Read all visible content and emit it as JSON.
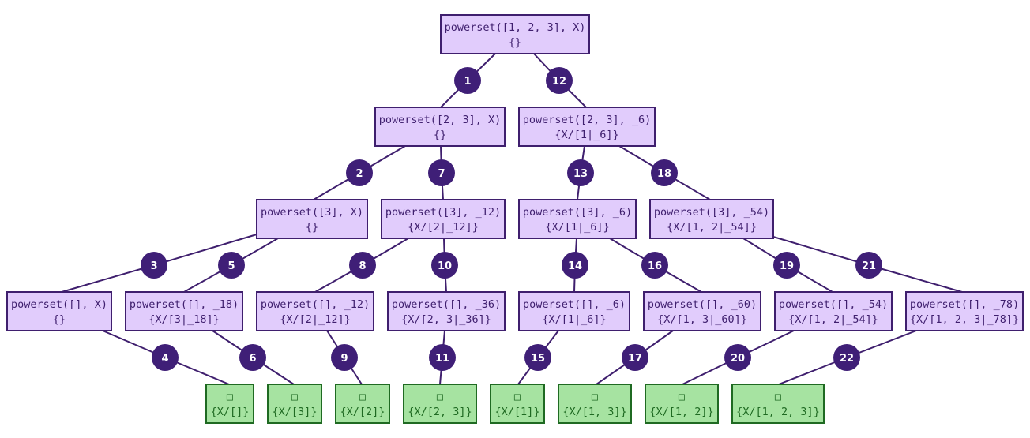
{
  "colors": {
    "node_fill": "#e1ccfc",
    "node_stroke": "#3f1f6e",
    "leaf_fill": "#a6e3a1",
    "leaf_stroke": "#1f6a22",
    "step_fill": "#3f1f77"
  },
  "nodes": [
    {
      "id": "n0",
      "kind": "goal",
      "line1": "powerset([1, 2, 3], X)",
      "line2": "{}"
    },
    {
      "id": "n1",
      "kind": "goal",
      "line1": "powerset([2, 3], X)",
      "line2": "{}"
    },
    {
      "id": "n2",
      "kind": "goal",
      "line1": "powerset([2, 3], _6)",
      "line2": "{X/[1|_6]}"
    },
    {
      "id": "n3",
      "kind": "goal",
      "line1": "powerset([3], X)",
      "line2": "{}"
    },
    {
      "id": "n4",
      "kind": "goal",
      "line1": "powerset([3], _12)",
      "line2": "{X/[2|_12]}"
    },
    {
      "id": "n5",
      "kind": "goal",
      "line1": "powerset([3], _6)",
      "line2": "{X/[1|_6]}"
    },
    {
      "id": "n6",
      "kind": "goal",
      "line1": "powerset([3], _54)",
      "line2": "{X/[1, 2|_54]}"
    },
    {
      "id": "n7",
      "kind": "goal",
      "line1": "powerset([], X)",
      "line2": "{}"
    },
    {
      "id": "n8",
      "kind": "goal",
      "line1": "powerset([], _18)",
      "line2": "{X/[3|_18]}"
    },
    {
      "id": "n9",
      "kind": "goal",
      "line1": "powerset([], _12)",
      "line2": "{X/[2|_12]}"
    },
    {
      "id": "n10",
      "kind": "goal",
      "line1": "powerset([], _36)",
      "line2": "{X/[2, 3|_36]}"
    },
    {
      "id": "n11",
      "kind": "goal",
      "line1": "powerset([], _6)",
      "line2": "{X/[1|_6]}"
    },
    {
      "id": "n12",
      "kind": "goal",
      "line1": "powerset([], _60)",
      "line2": "{X/[1, 3|_60]}"
    },
    {
      "id": "n13",
      "kind": "goal",
      "line1": "powerset([], _54)",
      "line2": "{X/[1, 2|_54]}"
    },
    {
      "id": "n14",
      "kind": "goal",
      "line1": "powerset([], _78)",
      "line2": "{X/[1, 2, 3|_78]}"
    },
    {
      "id": "l0",
      "kind": "leaf",
      "line1": "□",
      "line2": "{X/[]}"
    },
    {
      "id": "l1",
      "kind": "leaf",
      "line1": "□",
      "line2": "{X/[3]}"
    },
    {
      "id": "l2",
      "kind": "leaf",
      "line1": "□",
      "line2": "{X/[2]}"
    },
    {
      "id": "l3",
      "kind": "leaf",
      "line1": "□",
      "line2": "{X/[2, 3]}"
    },
    {
      "id": "l4",
      "kind": "leaf",
      "line1": "□",
      "line2": "{X/[1]}"
    },
    {
      "id": "l5",
      "kind": "leaf",
      "line1": "□",
      "line2": "{X/[1, 3]}"
    },
    {
      "id": "l6",
      "kind": "leaf",
      "line1": "□",
      "line2": "{X/[1, 2]}"
    },
    {
      "id": "l7",
      "kind": "leaf",
      "line1": "□",
      "line2": "{X/[1, 2, 3]}"
    }
  ],
  "edges": [
    {
      "from": "n0",
      "to": "n1",
      "step": "1"
    },
    {
      "from": "n0",
      "to": "n2",
      "step": "12"
    },
    {
      "from": "n1",
      "to": "n3",
      "step": "2"
    },
    {
      "from": "n1",
      "to": "n4",
      "step": "7"
    },
    {
      "from": "n2",
      "to": "n5",
      "step": "13"
    },
    {
      "from": "n2",
      "to": "n6",
      "step": "18"
    },
    {
      "from": "n3",
      "to": "n7",
      "step": "3"
    },
    {
      "from": "n3",
      "to": "n8",
      "step": "5"
    },
    {
      "from": "n4",
      "to": "n9",
      "step": "8"
    },
    {
      "from": "n4",
      "to": "n10",
      "step": "10"
    },
    {
      "from": "n5",
      "to": "n11",
      "step": "14"
    },
    {
      "from": "n5",
      "to": "n12",
      "step": "16"
    },
    {
      "from": "n6",
      "to": "n13",
      "step": "19"
    },
    {
      "from": "n6",
      "to": "n14",
      "step": "21"
    },
    {
      "from": "n7",
      "to": "l0",
      "step": "4"
    },
    {
      "from": "n8",
      "to": "l1",
      "step": "6"
    },
    {
      "from": "n9",
      "to": "l2",
      "step": "9"
    },
    {
      "from": "n10",
      "to": "l3",
      "step": "11"
    },
    {
      "from": "n11",
      "to": "l4",
      "step": "15"
    },
    {
      "from": "n12",
      "to": "l5",
      "step": "17"
    },
    {
      "from": "n13",
      "to": "l6",
      "step": "20"
    },
    {
      "from": "n14",
      "to": "l7",
      "step": "22"
    }
  ]
}
